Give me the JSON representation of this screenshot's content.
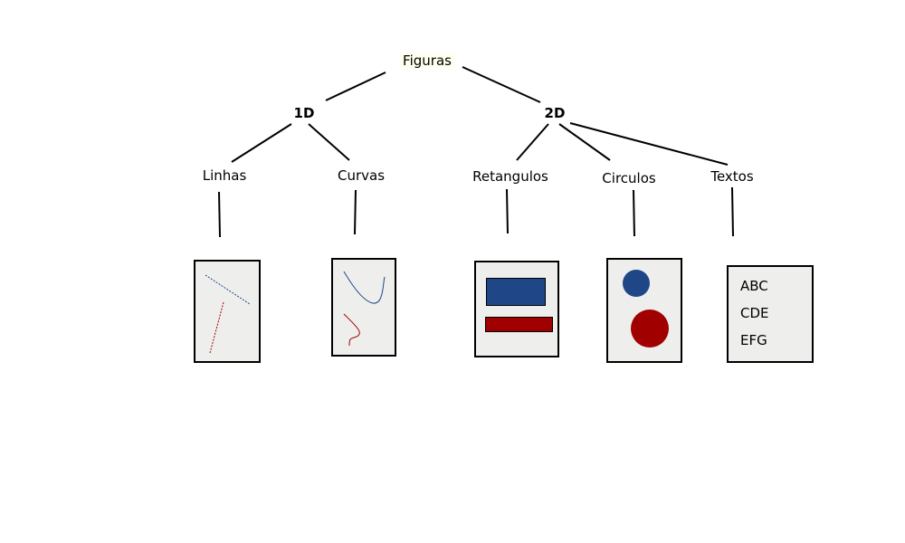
{
  "tree": {
    "root": "Figuras",
    "level1": [
      "1D",
      "2D"
    ],
    "level2": [
      "Linhas",
      "Curvas",
      "Retangulos",
      "Circulos",
      "Textos"
    ]
  },
  "text_box": {
    "lines": [
      "ABC",
      "CDE",
      "EFG"
    ]
  },
  "colors": {
    "blue": "#1f4788",
    "red": "#a00000",
    "box_fill": "#eeeeec",
    "root_highlight": "#fffff0"
  }
}
